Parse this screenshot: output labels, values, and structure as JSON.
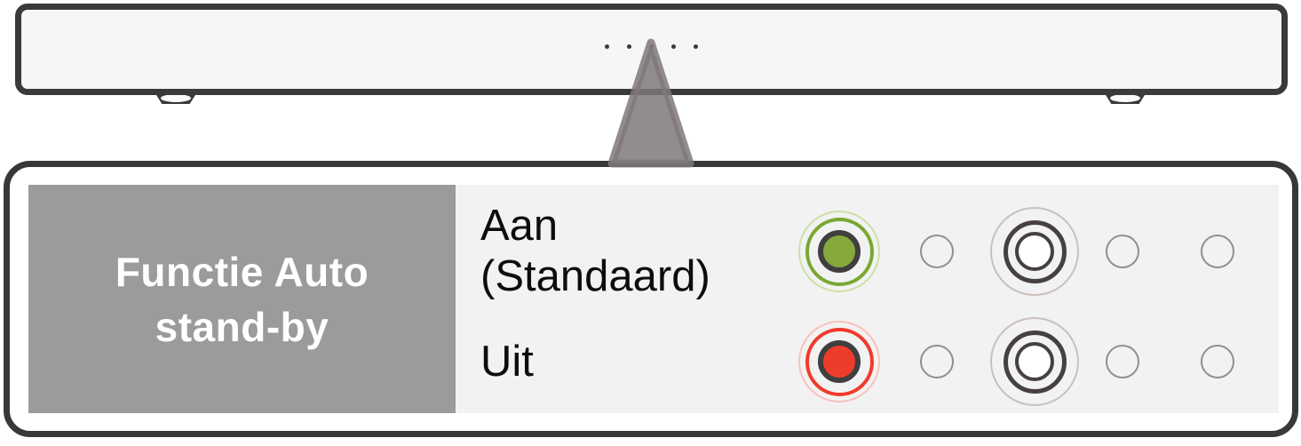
{
  "soundbar": {
    "dot_count": 5
  },
  "panel": {
    "header": {
      "line1": "Functie Auto",
      "line2": "stand-by"
    },
    "options": [
      {
        "label_lines": [
          "Aan",
          "(Standaard)"
        ],
        "led": {
          "state": "green",
          "fill": "#85a93c",
          "ring": "#7aa733",
          "halo": "#cde0a5"
        }
      },
      {
        "label_lines": [
          "Uit"
        ],
        "led": {
          "state": "red",
          "fill": "#ee3c2b",
          "ring": "#f23a2a",
          "halo": "#f8c1bb"
        }
      }
    ],
    "indicator_layout": [
      "status-led",
      "plain-dot",
      "power-button",
      "plain-dot",
      "plain-dot"
    ]
  },
  "colors": {
    "outline": "#3a3a3a",
    "panel_border": "#383838",
    "header_bg": "#9b9b9b",
    "header_text": "#ffffff",
    "content_bg": "#f2f2f2",
    "soundbar_fill": "#f6f6f7",
    "pointer_fill": "#7f787b",
    "led_core_border": "#3f3f3f",
    "button_ring": "#464043",
    "button_halo": "#c9c0bb",
    "plain_dot_border": "#8f8f8f"
  }
}
